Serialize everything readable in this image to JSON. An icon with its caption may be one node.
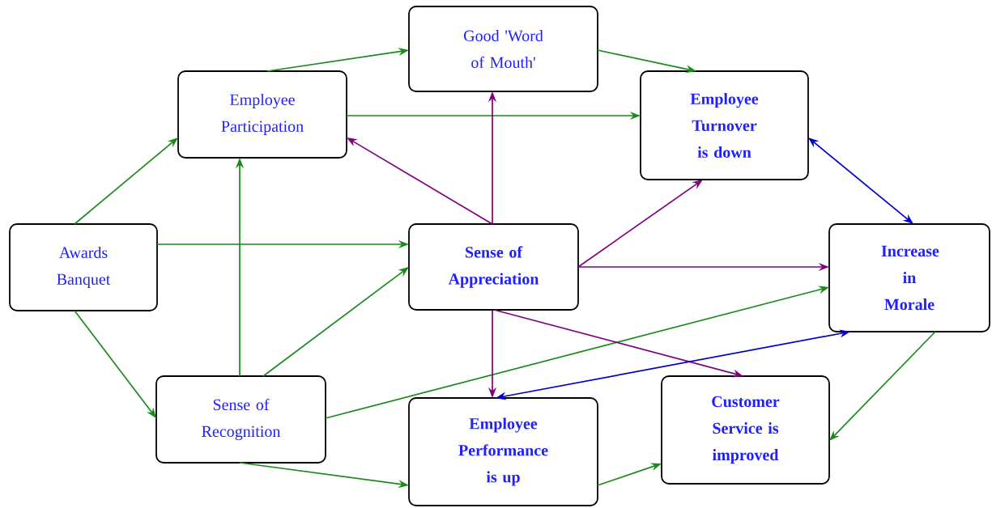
{
  "diagram": {
    "nodes": [
      {
        "text": [
          "Good 'Word of Mouth'"
        ]
      },
      {
        "text": [
          "Employee Participation"
        ]
      },
      {
        "text": [
          "Employee Turnover is down"
        ]
      },
      {
        "text": [
          "Awards Banquet"
        ]
      },
      {
        "text": [
          "Sense of Appreciation"
        ]
      },
      {
        "text": [
          "Increase in Morale"
        ]
      },
      {
        "text": [
          "Sense of Recognition"
        ]
      },
      {
        "text": [
          "Employee Performance is up"
        ]
      },
      {
        "text": [
          "Customer Service is improved"
        ]
      }
    ],
    "edges": [
      {
        "from": 1,
        "to": 0,
        "arrow": "to"
      },
      {
        "from": 0,
        "to": 2,
        "arrow": "to"
      },
      {
        "from": 1,
        "to": 2,
        "arrow": "to"
      },
      {
        "from": 3,
        "to": 1,
        "arrow": "to"
      },
      {
        "from": 3,
        "to": 4,
        "arrow": "to"
      },
      {
        "from": 3,
        "to": 6,
        "arrow": "to"
      },
      {
        "from": 6,
        "to": 1,
        "arrow": "to"
      },
      {
        "from": 6,
        "to": 4,
        "arrow": "to"
      },
      {
        "from": 6,
        "to": 5,
        "arrow": "to"
      },
      {
        "from": 6,
        "to": 7,
        "arrow": "to"
      },
      {
        "from": 4,
        "to": 1,
        "arrow": "to",
        "color": "#800080"
      },
      {
        "from": 4,
        "to": 0,
        "arrow": "to",
        "color": "#800080"
      },
      {
        "from": 4,
        "to": 2,
        "arrow": "to",
        "color": "#800080"
      },
      {
        "from": 4,
        "to": 5,
        "arrow": "to",
        "color": "#800080"
      },
      {
        "from": 4,
        "to": 7,
        "arrow": "to",
        "color": "#800080"
      },
      {
        "from": 4,
        "to": 8,
        "arrow": "to",
        "color": "#800080"
      },
      {
        "from": 2,
        "to": 5,
        "arrow": "both",
        "color": "#0000cc"
      },
      {
        "from": 5,
        "to": 7,
        "arrow": "both",
        "color": "#0000cc"
      },
      {
        "from": 5,
        "to": 8,
        "arrow": "to"
      },
      {
        "from": 7,
        "to": 8,
        "arrow": "to"
      }
    ]
  }
}
